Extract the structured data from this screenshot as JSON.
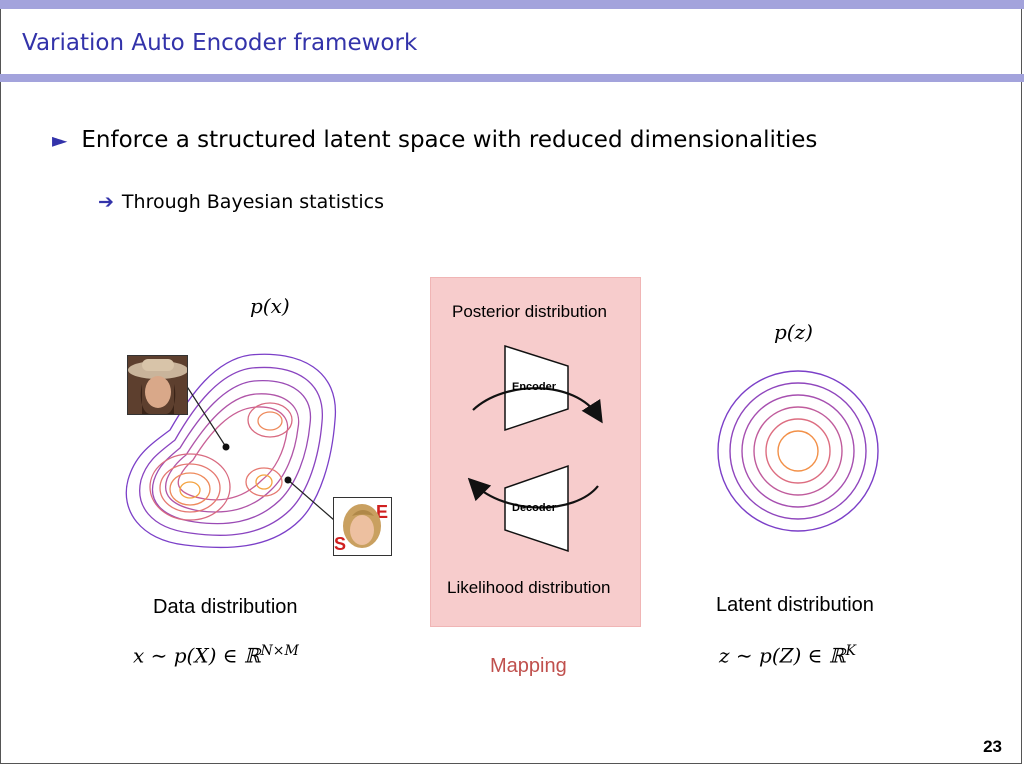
{
  "slide": {
    "title": "Variation Auto Encoder framework",
    "bullet_marker": "►",
    "bullet": "Enforce a structured latent space with reduced dimensionalities",
    "sub_marker": "➔",
    "sub_bullet": "Through Bayesian statistics",
    "page_number": "23"
  },
  "diagram": {
    "data": {
      "math_label": "p(x)",
      "caption": "Data distribution",
      "formula_lhs": "x ∼ p(X) ∈ ℝ",
      "formula_sup": "N×M"
    },
    "mapping": {
      "posterior_label": "Posterior distribution",
      "encoder_label": "Encoder",
      "decoder_label": "Decoder",
      "likelihood_label": "Likelihood distribution",
      "caption": "Mapping",
      "caption_color": "#c0504d",
      "box_color": "#f7cccc"
    },
    "latent": {
      "math_label": "p(z)",
      "caption": "Latent distribution",
      "formula_lhs": "z ∼ p(Z) ∈ ℝ",
      "formula_sup": "K"
    },
    "photos": [
      {
        "name": "face-photo-cowboy-hat"
      },
      {
        "name": "face-photo-blonde"
      }
    ],
    "colors": {
      "accent": "#3333aa",
      "band": "#a3a3dc",
      "contour_outer": "#7a3fc7",
      "contour_inner": "#f4a340"
    }
  }
}
